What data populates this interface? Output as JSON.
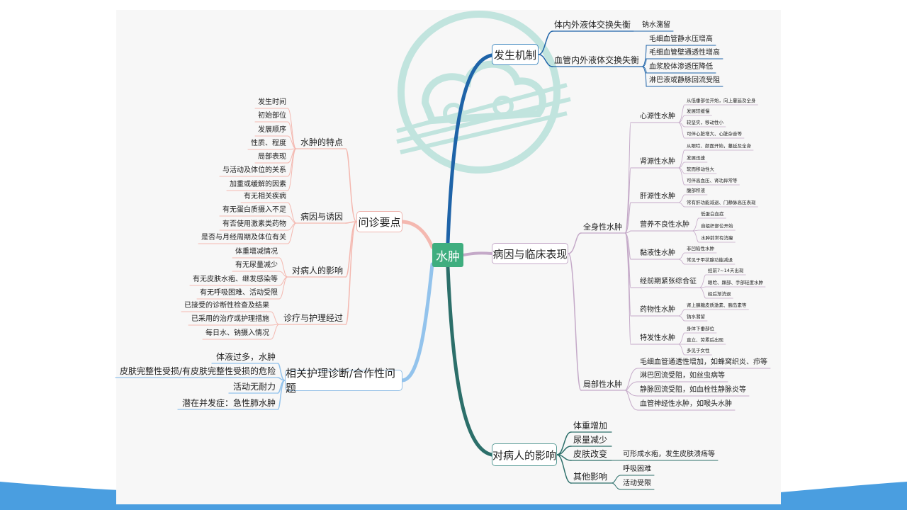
{
  "center": "水肿",
  "mechanism": {
    "title": "发生机制",
    "groups": [
      {
        "label": "体内外液体交换失衡",
        "items": [
          "钠水潴留"
        ]
      },
      {
        "label": "血管内外液体交换失衡",
        "items": [
          "毛细血管静水压增高",
          "毛细血管壁通透性增高",
          "血浆胶体渗透压降低",
          "淋巴液或静脉回流受阻"
        ]
      }
    ]
  },
  "causes": {
    "title": "病因与临床表现",
    "systemic": {
      "label": "全身性水肿",
      "types": [
        {
          "label": "心源性水肿",
          "items": [
            "从低垂部位开始，向上蔓延及全身",
            "发展较缓慢",
            "较坚实，移动性小",
            "可伴心脏增大、心脏杂音等"
          ]
        },
        {
          "label": "肾源性水肿",
          "items": [
            "从眼睑、颜面开始，蔓延及全身",
            "发展迅速",
            "软而移动性大",
            "可伴高血压、肾功异常等"
          ]
        },
        {
          "label": "肝源性水肿",
          "items": [
            "腹部积液",
            "常有肝功能减退、门静脉高压表现"
          ]
        },
        {
          "label": "营养不良性水肿",
          "items": [
            "低蛋白血症",
            "自组织部位开始",
            "水肿前常有消瘦"
          ]
        },
        {
          "label": "黏液性水肿",
          "items": [
            "非凹陷性水肿",
            "常见于甲状腺功能减退"
          ]
        },
        {
          "label": "经前期紧张综合征",
          "items": [
            "经前7~14天出现",
            "眼睑、踝部、手部轻度水肿",
            "经后渐消退"
          ]
        },
        {
          "label": "药物性水肿",
          "items": [
            "肾上腺糖皮质激素、胰岛素等",
            "钠水潴留"
          ]
        },
        {
          "label": "特发性水肿",
          "items": [
            "身体下垂部位",
            "直立、劳累后出现",
            "多见于女性"
          ]
        }
      ]
    },
    "local": {
      "label": "局部性水肿",
      "items": [
        "毛细血管通透性增加，如蜂窝织炎、疖等",
        "淋巴回流受阻，如丝虫病等",
        "静脉回流受阻，如血栓性静脉炎等",
        "血管神经性水肿，如喉头水肿"
      ]
    }
  },
  "effects": {
    "title": "对病人的影响",
    "items": [
      {
        "label": "体重增加",
        "subs": []
      },
      {
        "label": "尿量减少",
        "subs": []
      },
      {
        "label": "皮肤改变",
        "subs": [
          "可形成水疱，发生皮肤溃疡等"
        ]
      },
      {
        "label": "其他影响",
        "subs": [
          "呼吸困难",
          "活动受限"
        ]
      }
    ]
  },
  "inquiry": {
    "title": "问诊要点",
    "groups": [
      {
        "label": "水肿的特点",
        "items": [
          "发生时间",
          "初始部位",
          "发展顺序",
          "性质、程度",
          "局部表现",
          "与活动及体位的关系",
          "加重或缓解的因素"
        ]
      },
      {
        "label": "病因与诱因",
        "items": [
          "有无相关疾病",
          "有无蛋白质摄入不足",
          "有否使用激素类药物",
          "是否与月经周期及体位有关"
        ]
      },
      {
        "label": "对病人的影响",
        "items": [
          "体重增减情况",
          "有无尿量减少",
          "有无皮肤水疱、继发感染等",
          "有无呼吸困难、活动受限"
        ]
      },
      {
        "label": "诊疗与护理经过",
        "items": [
          "已接受的诊断性检查及结果",
          "已采用的治疗或护理措施",
          "每日水、钠摄入情况"
        ]
      }
    ]
  },
  "diagnosis": {
    "title": "相关护理诊断/合作性问题",
    "items": [
      "体液过多，水肿",
      "皮肤完整性受损/有皮肤完整性受损的危险",
      "活动无耐力",
      "潜在并发症：急性肺水肿"
    ]
  }
}
